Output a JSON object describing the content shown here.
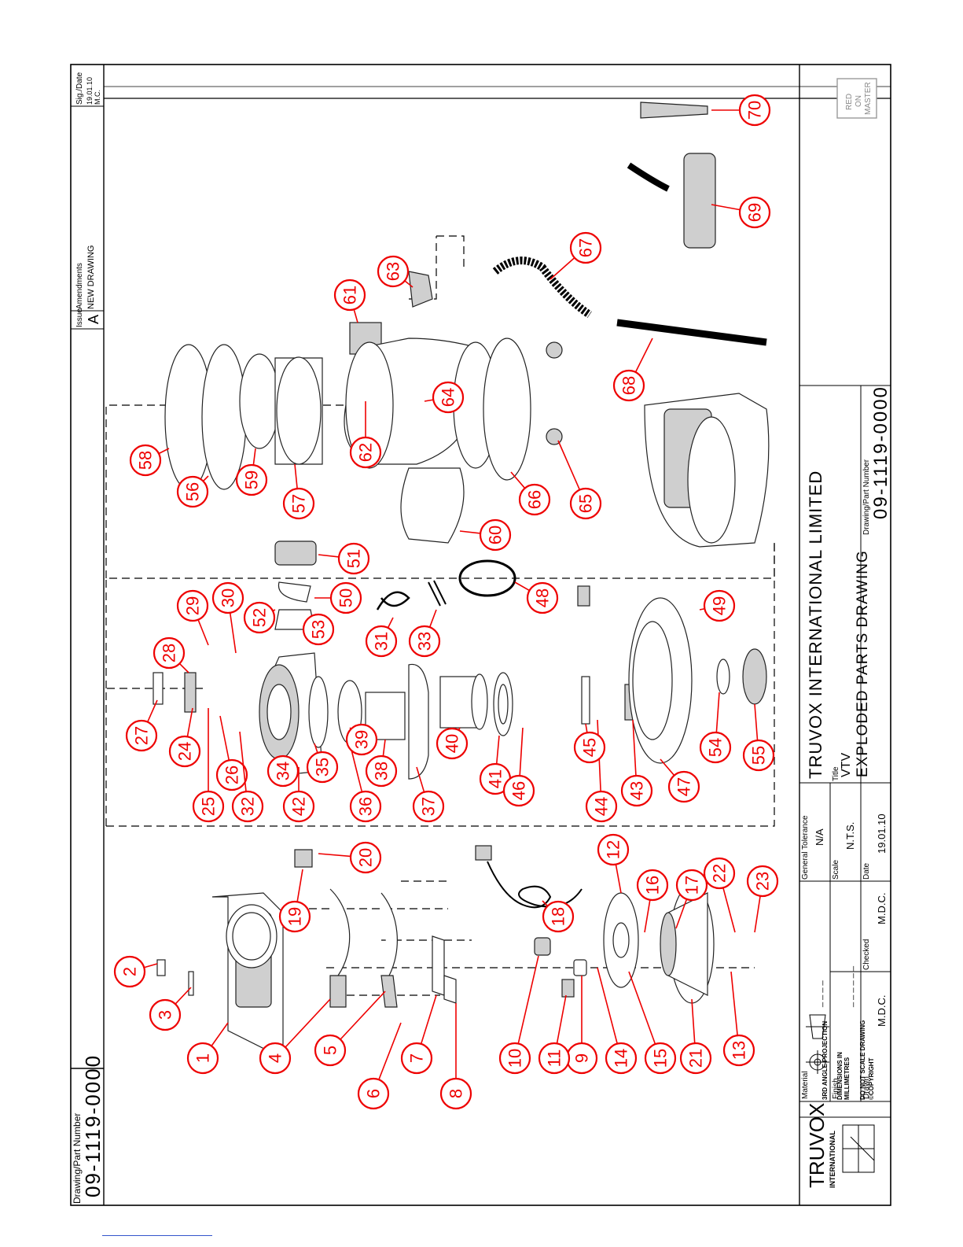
{
  "part_number": "09-1119-0000",
  "labels": {
    "drawing_part_number": "Drawing/Part Number",
    "issue": "Issue",
    "amendments": "Amendments",
    "sig_date": "Sig./Date",
    "material": "Material",
    "finish": "Finish",
    "drawn": "Drawn",
    "checked": "Checked",
    "date": "Date",
    "scale": "Scale",
    "general_tolerance": "General Tolerance",
    "title": "Title",
    "projection": "3RD ANGLE PROJECTION",
    "dimensions_1": "DIMENSIONS IN",
    "dimensions_2": "MILLIMETRES",
    "no_scale": "DO NOT SCALE DRAWING",
    "copyright": "©COPYRIGHT"
  },
  "revision": {
    "issue": "A",
    "amendment": "NEW DRAWING",
    "sig_date": "19.01.10",
    "sig": "M.C."
  },
  "title_block": {
    "material": "_ _ _ _",
    "finish": "_ _ _ _ _ _",
    "drawn": "M.D.C.",
    "checked": "M.D.C.",
    "date": "19.01.10",
    "scale": "N.T.S.",
    "tolerance": "N/A",
    "title_1": "VTV",
    "title_2": "EXPLODED  PARTS  DRAWING",
    "company": "TRUVOX  INTERNATIONAL  LIMITED",
    "logo_text": "TRUVOX",
    "logo_sub": "INTERNATIONAL",
    "stamp_1": "RED",
    "stamp_2": "ON",
    "stamp_3": "MASTER"
  },
  "callouts": [
    "1",
    "2",
    "3",
    "4",
    "5",
    "6",
    "7",
    "8",
    "9",
    "10",
    "11",
    "12",
    "13",
    "14",
    "15",
    "16",
    "17",
    "18",
    "19",
    "20",
    "21",
    "22",
    "23",
    "24",
    "25",
    "26",
    "27",
    "28",
    "29",
    "30",
    "31",
    "32",
    "33",
    "34",
    "35",
    "36",
    "37",
    "38",
    "39",
    "40",
    "41",
    "42",
    "43",
    "44",
    "45",
    "46",
    "47",
    "48",
    "49",
    "50",
    "51",
    "52",
    "53",
    "54",
    "55",
    "56",
    "57",
    "58",
    "59",
    "60",
    "61",
    "62",
    "63",
    "64",
    "65",
    "66",
    "67",
    "68",
    "69",
    "70"
  ]
}
